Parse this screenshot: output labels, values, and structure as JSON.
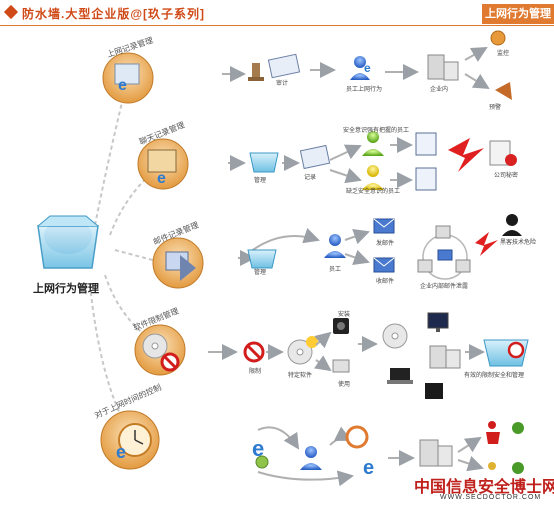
{
  "header": {
    "title": "防水墙.大型企业版@[玖子系列]",
    "tab_label": "上网行为管理"
  },
  "center": {
    "label": "上网行为管理"
  },
  "categories": [
    {
      "label": "上网记录管理"
    },
    {
      "label": "聊天记录管理"
    },
    {
      "label": "邮件记录管理"
    },
    {
      "label": "软件限制管理"
    },
    {
      "label": "对于上网时间的控制"
    }
  ],
  "row1": {
    "audit": "审计",
    "employee_behavior": "员工上网行为",
    "in_enterprise": "企业内",
    "monitor": "监控",
    "alarm": "预警"
  },
  "row2": {
    "manage": "管理",
    "record": "记录",
    "aware_staff": "安全意识强有把握的员工",
    "unaware_staff": "缺乏安全意识的员工",
    "company_secret": "公司秘密"
  },
  "row3": {
    "manage": "管理",
    "employee": "员工",
    "send_mail": "发邮件",
    "receive_mail": "收邮件",
    "hacker": "黑客技术危险",
    "mail_leak": "企业内部邮件泄露"
  },
  "row4": {
    "restrict": "限制",
    "specific_software": "特定软件",
    "install": "安装",
    "use": "使用",
    "effective_management": "有效的限制安全和管理"
  },
  "footer": {
    "url": "WWW.SECDOCTOR.COM"
  },
  "watermark": {
    "text": "中国信息安全博士网"
  },
  "colors": {
    "brand": "#d04a18",
    "tab": "#e07a30",
    "arrow": "#b0b0b0",
    "dashed": "#c8c8c8",
    "circle": "#e7a24a"
  }
}
